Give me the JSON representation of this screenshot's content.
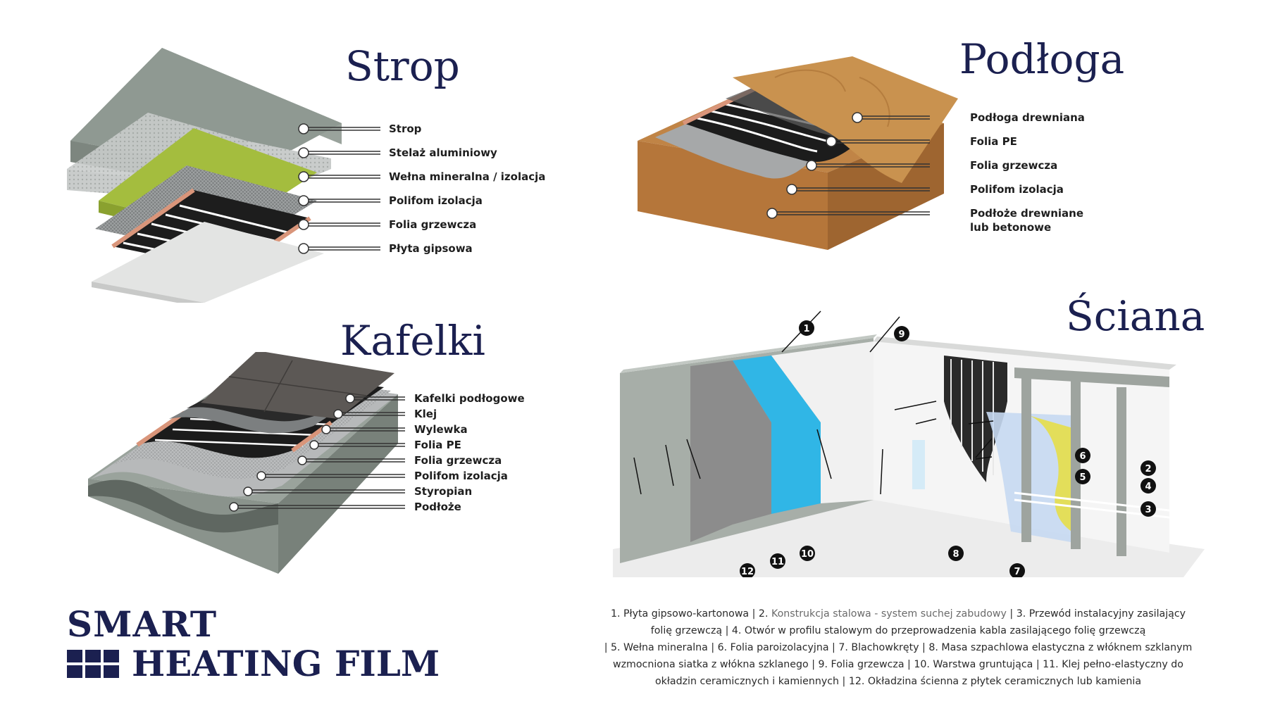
{
  "panels": {
    "strop": {
      "title": "Strop",
      "labels": [
        "Strop",
        "Stelaż aluminiowy",
        "Wełna mineralna / izolacja",
        "Polifom izolacja",
        "Folia grzewcza",
        "Płyta gipsowa"
      ]
    },
    "podloga": {
      "title": "Podłoga",
      "labels": [
        "Podłoga drewniana",
        "Folia PE",
        "Folia grzewcza",
        "Polifom izolacja",
        "Podłoże drewniane",
        "lub betonowe"
      ]
    },
    "kafelki": {
      "title": "Kafelki",
      "labels": [
        "Kafelki podłogowe",
        "Klej",
        "Wylewka",
        "Folia PE",
        "Folia grzewcza",
        "Polifom izolacja",
        "Styropian",
        "Podłoże"
      ]
    },
    "sciana": {
      "title": "Ściana",
      "markers": [
        "1",
        "2",
        "3",
        "4",
        "5",
        "6",
        "7",
        "8",
        "9",
        "10",
        "11",
        "12"
      ]
    }
  },
  "brand": {
    "line1": "SMART",
    "line2": "HEATING FILM"
  },
  "legend": {
    "line1a": "1.  Płyta gipsowo-kartonowa | 2.",
    "line1b": " Konstrukcja stalowa - system suchej zabudowy",
    "line1c": " | 3. Przewód instalacyjny zasilający",
    "line2": "folię grzewczą | 4.  Otwór w profilu stalowym do przeprowadzenia kabla zasilającego folię grzewczą",
    "line3": "| 5. Wełna mineralna | 6. Folia paroizolacyjna | 7. Blachowkręty | 8. Masa szpachlowa elastyczna z włóknem szklanym",
    "line4": "wzmocniona siatka z włókna szklanego | 9. Folia grzewcza | 10. Warstwa gruntująca | 11. Klej pełno-elastyczny do",
    "line5": "okładzin ceramicznych i kamiennych | 12. Okładzina ścienna z płytek ceramicznych lub kamienia"
  },
  "colors": {
    "title": "#1b2050",
    "concrete": "#8f9992",
    "green_wool": "#9bb53a",
    "wood": "#b97a3c",
    "copper": "#d9957a",
    "blue_primer": "#30b6e6",
    "marker": "#111111"
  }
}
